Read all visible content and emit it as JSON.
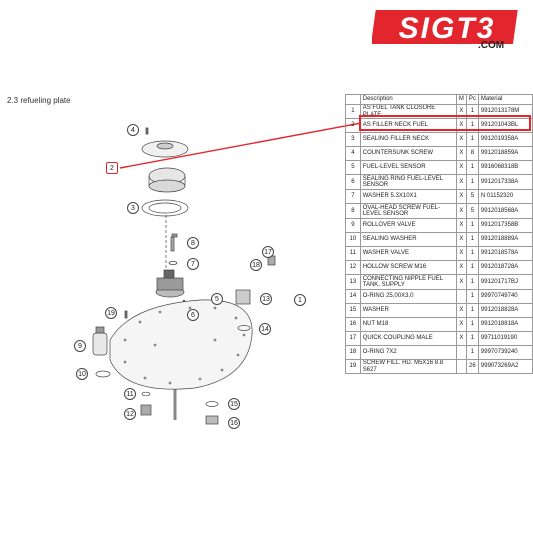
{
  "brand": {
    "logo_text": "SIGT3",
    "domain": ".COM",
    "accent_color": "#e3262e"
  },
  "section_title": "2.3  refueling plate",
  "table": {
    "headers": [
      "",
      "Description",
      "M",
      "Pc",
      "Material"
    ],
    "highlight_color": "#e3262e",
    "rows": [
      {
        "no": "1",
        "desc": "AS FUEL TANK CLOSURE PLATE",
        "m": "X",
        "pc": "1",
        "mat": "9912013178M"
      },
      {
        "no": "2",
        "desc": "AS FILLER NECK FUEL",
        "m": "X",
        "pc": "1",
        "mat": "991201043BL"
      },
      {
        "no": "3",
        "desc": "SEALING FILLER NECK",
        "m": "X",
        "pc": "1",
        "mat": "9912019358A"
      },
      {
        "no": "4",
        "desc": "COUNTERSUNK SCREW",
        "m": "X",
        "pc": "8",
        "mat": "9912018859A"
      },
      {
        "no": "5",
        "desc": "FUEL-LEVEL SENSOR",
        "m": "X",
        "pc": "1",
        "mat": "9916068318B"
      },
      {
        "no": "6",
        "desc": "SEALING RING FUEL-LEVEL SENSOR",
        "m": "X",
        "pc": "1",
        "mat": "9912017338A"
      },
      {
        "no": "7",
        "desc": "WASHER 5.3X10X1",
        "m": "X",
        "pc": "5",
        "mat": "N  01152320"
      },
      {
        "no": "8",
        "desc": "OVAL-HEAD SCREW FUEL-LEVEL SENSOR",
        "m": "X",
        "pc": "5",
        "mat": "9912018568A"
      },
      {
        "no": "9",
        "desc": "ROLLOVER VALVE",
        "m": "X",
        "pc": "1",
        "mat": "9912017358B"
      },
      {
        "no": "10",
        "desc": "SEALING WASHER",
        "m": "X",
        "pc": "1",
        "mat": "9912018889A"
      },
      {
        "no": "11",
        "desc": "WASHER VALVE",
        "m": "X",
        "pc": "1",
        "mat": "9912018578A"
      },
      {
        "no": "12",
        "desc": "HOLLOW SCREW M16",
        "m": "X",
        "pc": "1",
        "mat": "9912018728A"
      },
      {
        "no": "13",
        "desc": "CONNECTING NIPPLE FUEL TANK, SUPPLY",
        "m": "X",
        "pc": "1",
        "mat": "991201717BJ"
      },
      {
        "no": "14",
        "desc": "O-RING 25,00X3,0",
        "m": "",
        "pc": "1",
        "mat": "99970749740"
      },
      {
        "no": "15",
        "desc": "WASHER",
        "m": "X",
        "pc": "1",
        "mat": "9912018828A"
      },
      {
        "no": "16",
        "desc": "NUT M18",
        "m": "X",
        "pc": "1",
        "mat": "9912018818A"
      },
      {
        "no": "17",
        "desc": "QUICK COUPLING MALE",
        "m": "X",
        "pc": "1",
        "mat": "99711019190"
      },
      {
        "no": "18",
        "desc": "O-RING 7X2",
        "m": "",
        "pc": "1",
        "mat": "99970739240"
      },
      {
        "no": "19",
        "desc": "SCREW FILL. HD. M5X16 8.8 S627",
        "m": "",
        "pc": "26",
        "mat": "999073269A2"
      }
    ]
  },
  "callouts": [
    {
      "n": "1"
    },
    {
      "n": "2"
    },
    {
      "n": "3"
    },
    {
      "n": "4"
    },
    {
      "n": "5"
    },
    {
      "n": "6"
    },
    {
      "n": "7"
    },
    {
      "n": "8"
    },
    {
      "n": "9"
    },
    {
      "n": "10"
    },
    {
      "n": "11"
    },
    {
      "n": "12"
    },
    {
      "n": "13"
    },
    {
      "n": "14"
    },
    {
      "n": "15"
    },
    {
      "n": "16"
    },
    {
      "n": "17"
    },
    {
      "n": "18"
    },
    {
      "n": "19"
    }
  ]
}
